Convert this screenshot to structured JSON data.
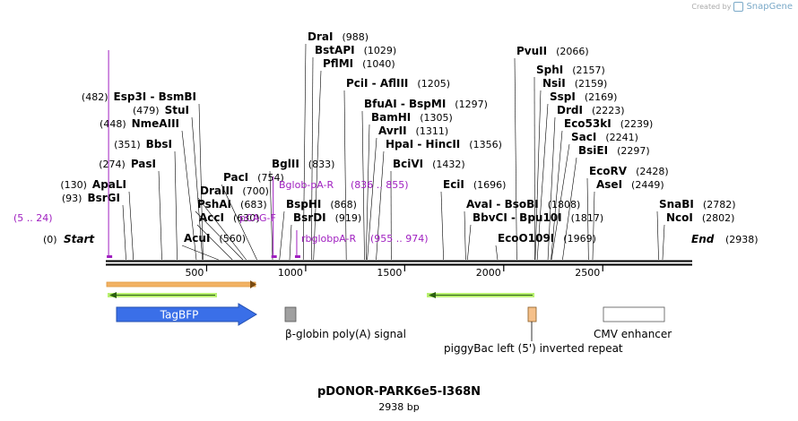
{
  "credit": {
    "prefix": "Created by",
    "brand": "SnapGene"
  },
  "plasmid": {
    "name": "pDONOR-PARK6e5-I368N",
    "length_label": "2938 bp",
    "length": 2938
  },
  "ends": {
    "start": "Start",
    "end": "End",
    "start_pos": "(0)",
    "end_pos": "(2938)"
  },
  "axis_ticks": [
    {
      "value": 500,
      "label": "500"
    },
    {
      "value": 1000,
      "label": "1000"
    },
    {
      "value": 1500,
      "label": "1500"
    },
    {
      "value": 2000,
      "label": "2000"
    },
    {
      "value": 2500,
      "label": "2500"
    }
  ],
  "site_labels": [
    {
      "pos": 988,
      "name": "DraI",
      "num": "(988)"
    },
    {
      "pos": 1029,
      "name": "BstAPI",
      "num": "(1029)"
    },
    {
      "pos": 1040,
      "name": "PflMI",
      "num": "(1040)"
    },
    {
      "pos": 1205,
      "name": "PciI - AflIII",
      "num": "(1205)"
    },
    {
      "pos": 1297,
      "name": "BfuAI - BspMI",
      "num": "(1297)"
    },
    {
      "pos": 1305,
      "name": "BamHI",
      "num": "(1305)"
    },
    {
      "pos": 1311,
      "name": "AvrII",
      "num": "(1311)"
    },
    {
      "pos": 1356,
      "name": "HpaI - HincII",
      "num": "(1356)"
    },
    {
      "pos": 1432,
      "name": "BciVI",
      "num": "(1432)"
    },
    {
      "pos": 833,
      "name": "BglII",
      "num": "(833)"
    },
    {
      "pos": 868,
      "name": "BspHI",
      "num": "(868)"
    },
    {
      "pos": 919,
      "name": "BsrDI",
      "num": "(919)"
    },
    {
      "pos": 1696,
      "name": "EciI",
      "num": "(1696)"
    },
    {
      "pos": 2066,
      "name": "PvuII",
      "num": "(2066)"
    },
    {
      "pos": 2157,
      "name": "SphI",
      "num": "(2157)"
    },
    {
      "pos": 2159,
      "name": "NsiI",
      "num": "(2159)"
    },
    {
      "pos": 2169,
      "name": "SspI",
      "num": "(2169)"
    },
    {
      "pos": 2223,
      "name": "DrdI",
      "num": "(2223)"
    },
    {
      "pos": 2239,
      "name": "Eco53kI",
      "num": "(2239)"
    },
    {
      "pos": 2241,
      "name": "SacI",
      "num": "(2241)"
    },
    {
      "pos": 2297,
      "name": "BsiEI",
      "num": "(2297)"
    },
    {
      "pos": 2428,
      "name": "EcoRV",
      "num": "(2428)"
    },
    {
      "pos": 2449,
      "name": "AseI",
      "num": "(2449)"
    },
    {
      "pos": 1808,
      "name": "AvaI - BsoBI",
      "num": "(1808)"
    },
    {
      "pos": 1817,
      "name": "BbvCI - Bpu10I",
      "num": "(1817)"
    },
    {
      "pos": 1969,
      "name": "EcoO109I",
      "num": "(1969)"
    },
    {
      "pos": 2782,
      "name": "SnaBI",
      "num": "(2782)"
    },
    {
      "pos": 2802,
      "name": "NcoI",
      "num": "(2802)"
    },
    {
      "pos": 482,
      "name": "Esp3I - BsmBI",
      "num": "(482)"
    },
    {
      "pos": 479,
      "name": "StuI",
      "num": "(479)"
    },
    {
      "pos": 448,
      "name": "NmeAIII",
      "num": "(448)"
    },
    {
      "pos": 351,
      "name": "BbsI",
      "num": "(351)"
    },
    {
      "pos": 274,
      "name": "PasI",
      "num": "(274)"
    },
    {
      "pos": 130,
      "name": "ApaLI",
      "num": "(130)"
    },
    {
      "pos": 93,
      "name": "BsrGI",
      "num": "(93)"
    },
    {
      "pos": 754,
      "name": "PacI",
      "num": "(754)"
    },
    {
      "pos": 700,
      "name": "DraIII",
      "num": "(700)"
    },
    {
      "pos": 683,
      "name": "PshAI",
      "num": "(683)"
    },
    {
      "pos": 630,
      "name": "AccI",
      "num": "(630)"
    },
    {
      "pos": 560,
      "name": "AcuI",
      "num": "(560)"
    }
  ],
  "primers": [
    {
      "name": "pCAG-F",
      "range": "(5 .. 24)",
      "start": 5,
      "end": 24
    },
    {
      "name": "Bglob-pA-R",
      "range": "(836 .. 855)",
      "start": 836,
      "end": 855
    },
    {
      "name": "rbglobpA-R",
      "range": "(955 .. 974)",
      "start": 955,
      "end": 974
    }
  ],
  "features": [
    {
      "name": "TagBFP",
      "type": "CDS",
      "color": "#3a6fe8"
    },
    {
      "name": "β-globin poly(A) signal",
      "type": "polyA_signal",
      "color": "#a0a0a0"
    },
    {
      "name": "piggyBac left (5') inverted repeat",
      "type": "repeat_region",
      "color": "#f5c08a"
    },
    {
      "name": "CMV enhancer",
      "type": "enhancer",
      "color": "#ffffff"
    }
  ]
}
